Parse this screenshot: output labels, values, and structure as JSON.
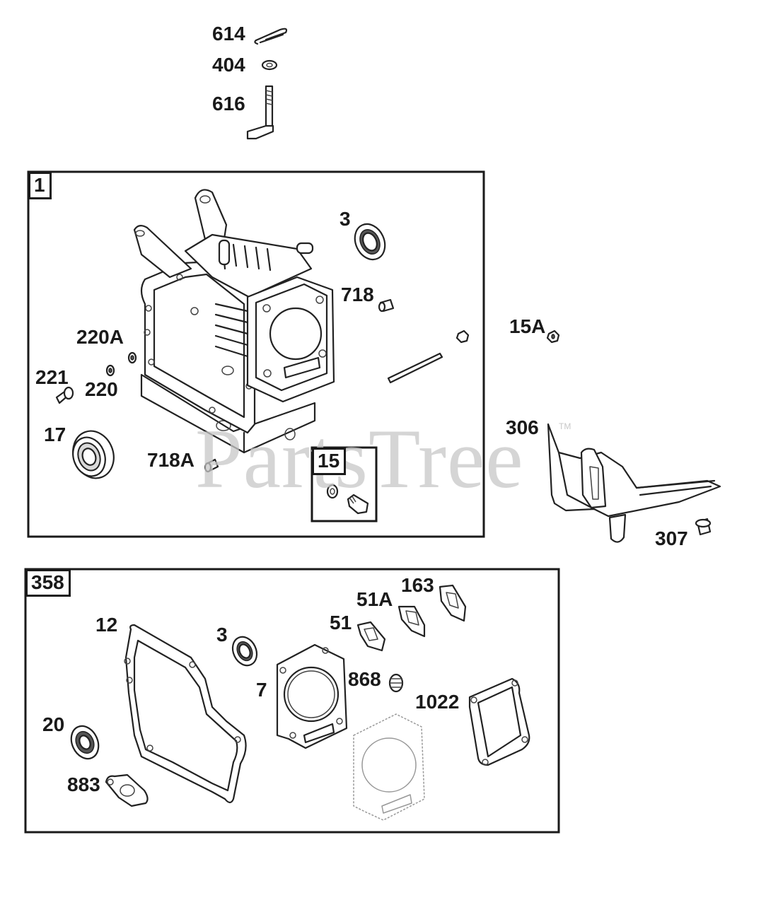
{
  "watermark": {
    "text": "PartsTree",
    "trademark": "TM"
  },
  "top_parts": {
    "labels": [
      "614",
      "404",
      "616"
    ]
  },
  "box_cylinder": {
    "tag": "1",
    "labels": [
      "3",
      "718",
      "220A",
      "221",
      "220",
      "17",
      "718A"
    ],
    "subbox": {
      "tag": "15"
    }
  },
  "outside_parts": {
    "labels": [
      "15A",
      "306",
      "307"
    ]
  },
  "box_gasket": {
    "tag": "358",
    "labels": [
      "12",
      "3",
      "51A",
      "163",
      "51",
      "7",
      "868",
      "1022",
      "20",
      "883"
    ]
  }
}
